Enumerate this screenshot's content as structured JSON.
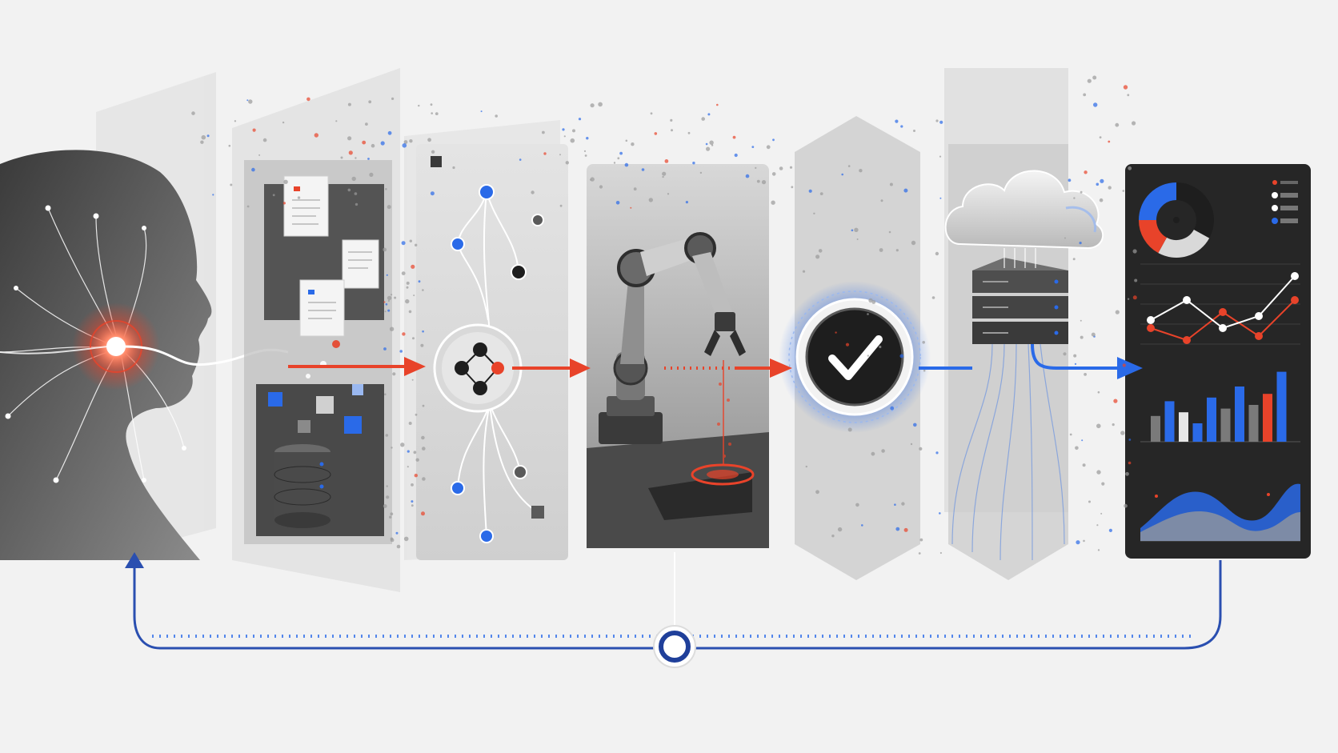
{
  "colors": {
    "background": "#f2f2f2",
    "accent_red": "#e8432a",
    "accent_blue": "#2a6ae8",
    "panel_light": "#e0e0e0",
    "panel_mid": "#c9c9c9",
    "panel_dark": "#2e2e2e",
    "ink": "#1e1e1e",
    "white": "#ffffff"
  },
  "stages": [
    {
      "id": "human",
      "icon": "human-head-icon"
    },
    {
      "id": "data",
      "icon": "database-icon"
    },
    {
      "id": "processing",
      "icon": "node-network-icon"
    },
    {
      "id": "automation",
      "icon": "robot-arm-icon"
    },
    {
      "id": "validation",
      "icon": "checkmark-icon"
    },
    {
      "id": "cloud",
      "icon": "cloud-server-icon"
    },
    {
      "id": "analytics",
      "icon": "dashboard-icon"
    }
  ],
  "connectors": {
    "stage_flow": "red-arrow-icon",
    "cloud_flow": "blue-arrow-icon",
    "feedback_loop": "feedback-loop-icon"
  },
  "dashboard": {
    "donut_shares": [
      0.33,
      0.25,
      0.17,
      0.25
    ],
    "line_series_white": [
      0.3,
      0.55,
      0.2,
      0.35,
      0.85
    ],
    "line_series_red": [
      0.2,
      0.05,
      0.4,
      0.1,
      0.55
    ],
    "bars": [
      {
        "v": 0.35,
        "c": "gray"
      },
      {
        "v": 0.55,
        "c": "blue"
      },
      {
        "v": 0.4,
        "c": "white"
      },
      {
        "v": 0.25,
        "c": "blue"
      },
      {
        "v": 0.6,
        "c": "blue"
      },
      {
        "v": 0.45,
        "c": "gray"
      },
      {
        "v": 0.75,
        "c": "blue"
      },
      {
        "v": 0.5,
        "c": "gray"
      },
      {
        "v": 0.65,
        "c": "red"
      },
      {
        "v": 0.95,
        "c": "blue"
      }
    ]
  }
}
